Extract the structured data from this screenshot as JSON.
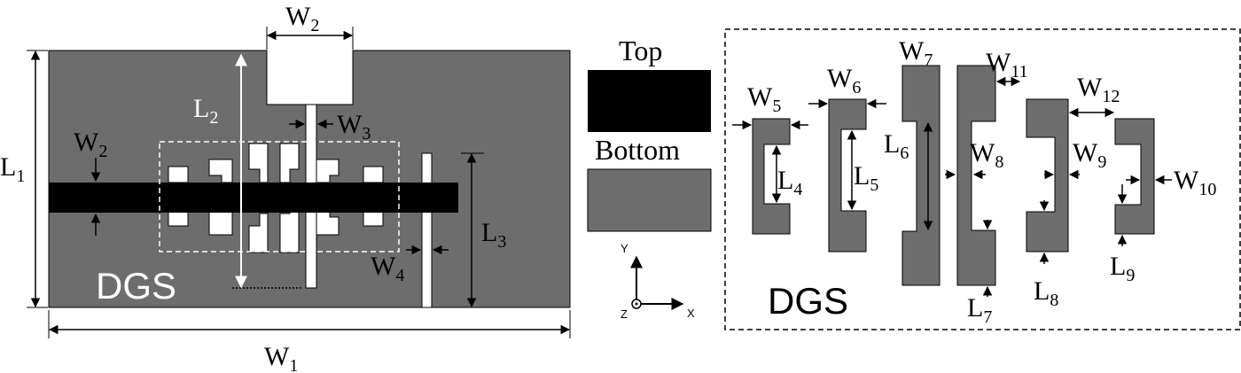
{
  "colors": {
    "substrate": "#6d6d6d",
    "metal": "#000000",
    "background": "#ffffff"
  },
  "left_panel": {
    "labels": {
      "W1": {
        "main": "W",
        "sub": "1"
      },
      "L1": {
        "main": "L",
        "sub": "1"
      },
      "W2_top": {
        "main": "W",
        "sub": "2"
      },
      "W2_left": {
        "main": "W",
        "sub": "2"
      },
      "L2": {
        "main": "L",
        "sub": "2"
      },
      "W3": {
        "main": "W",
        "sub": "3"
      },
      "L3": {
        "main": "L",
        "sub": "3"
      },
      "W4": {
        "main": "W",
        "sub": "4"
      }
    },
    "dgs_label": "DGS"
  },
  "legend": {
    "top_label": "Top",
    "bottom_label": "Bottom"
  },
  "axes": {
    "y": "Y",
    "x": "X",
    "z": "Z"
  },
  "right_panel": {
    "labels": {
      "W5": {
        "main": "W",
        "sub": "5"
      },
      "W6": {
        "main": "W",
        "sub": "6"
      },
      "W7": {
        "main": "W",
        "sub": "7"
      },
      "W8": {
        "main": "W",
        "sub": "8"
      },
      "W9": {
        "main": "W",
        "sub": "9"
      },
      "W10": {
        "main": "W",
        "sub": "10"
      },
      "W11": {
        "main": "W",
        "sub": "11"
      },
      "W12": {
        "main": "W",
        "sub": "12"
      },
      "L4": {
        "main": "L",
        "sub": "4"
      },
      "L5": {
        "main": "L",
        "sub": "5"
      },
      "L6": {
        "main": "L",
        "sub": "6"
      },
      "L7": {
        "main": "L",
        "sub": "7"
      },
      "L8": {
        "main": "L",
        "sub": "8"
      },
      "L9": {
        "main": "L",
        "sub": "9"
      }
    },
    "dgs_label": "DGS"
  }
}
